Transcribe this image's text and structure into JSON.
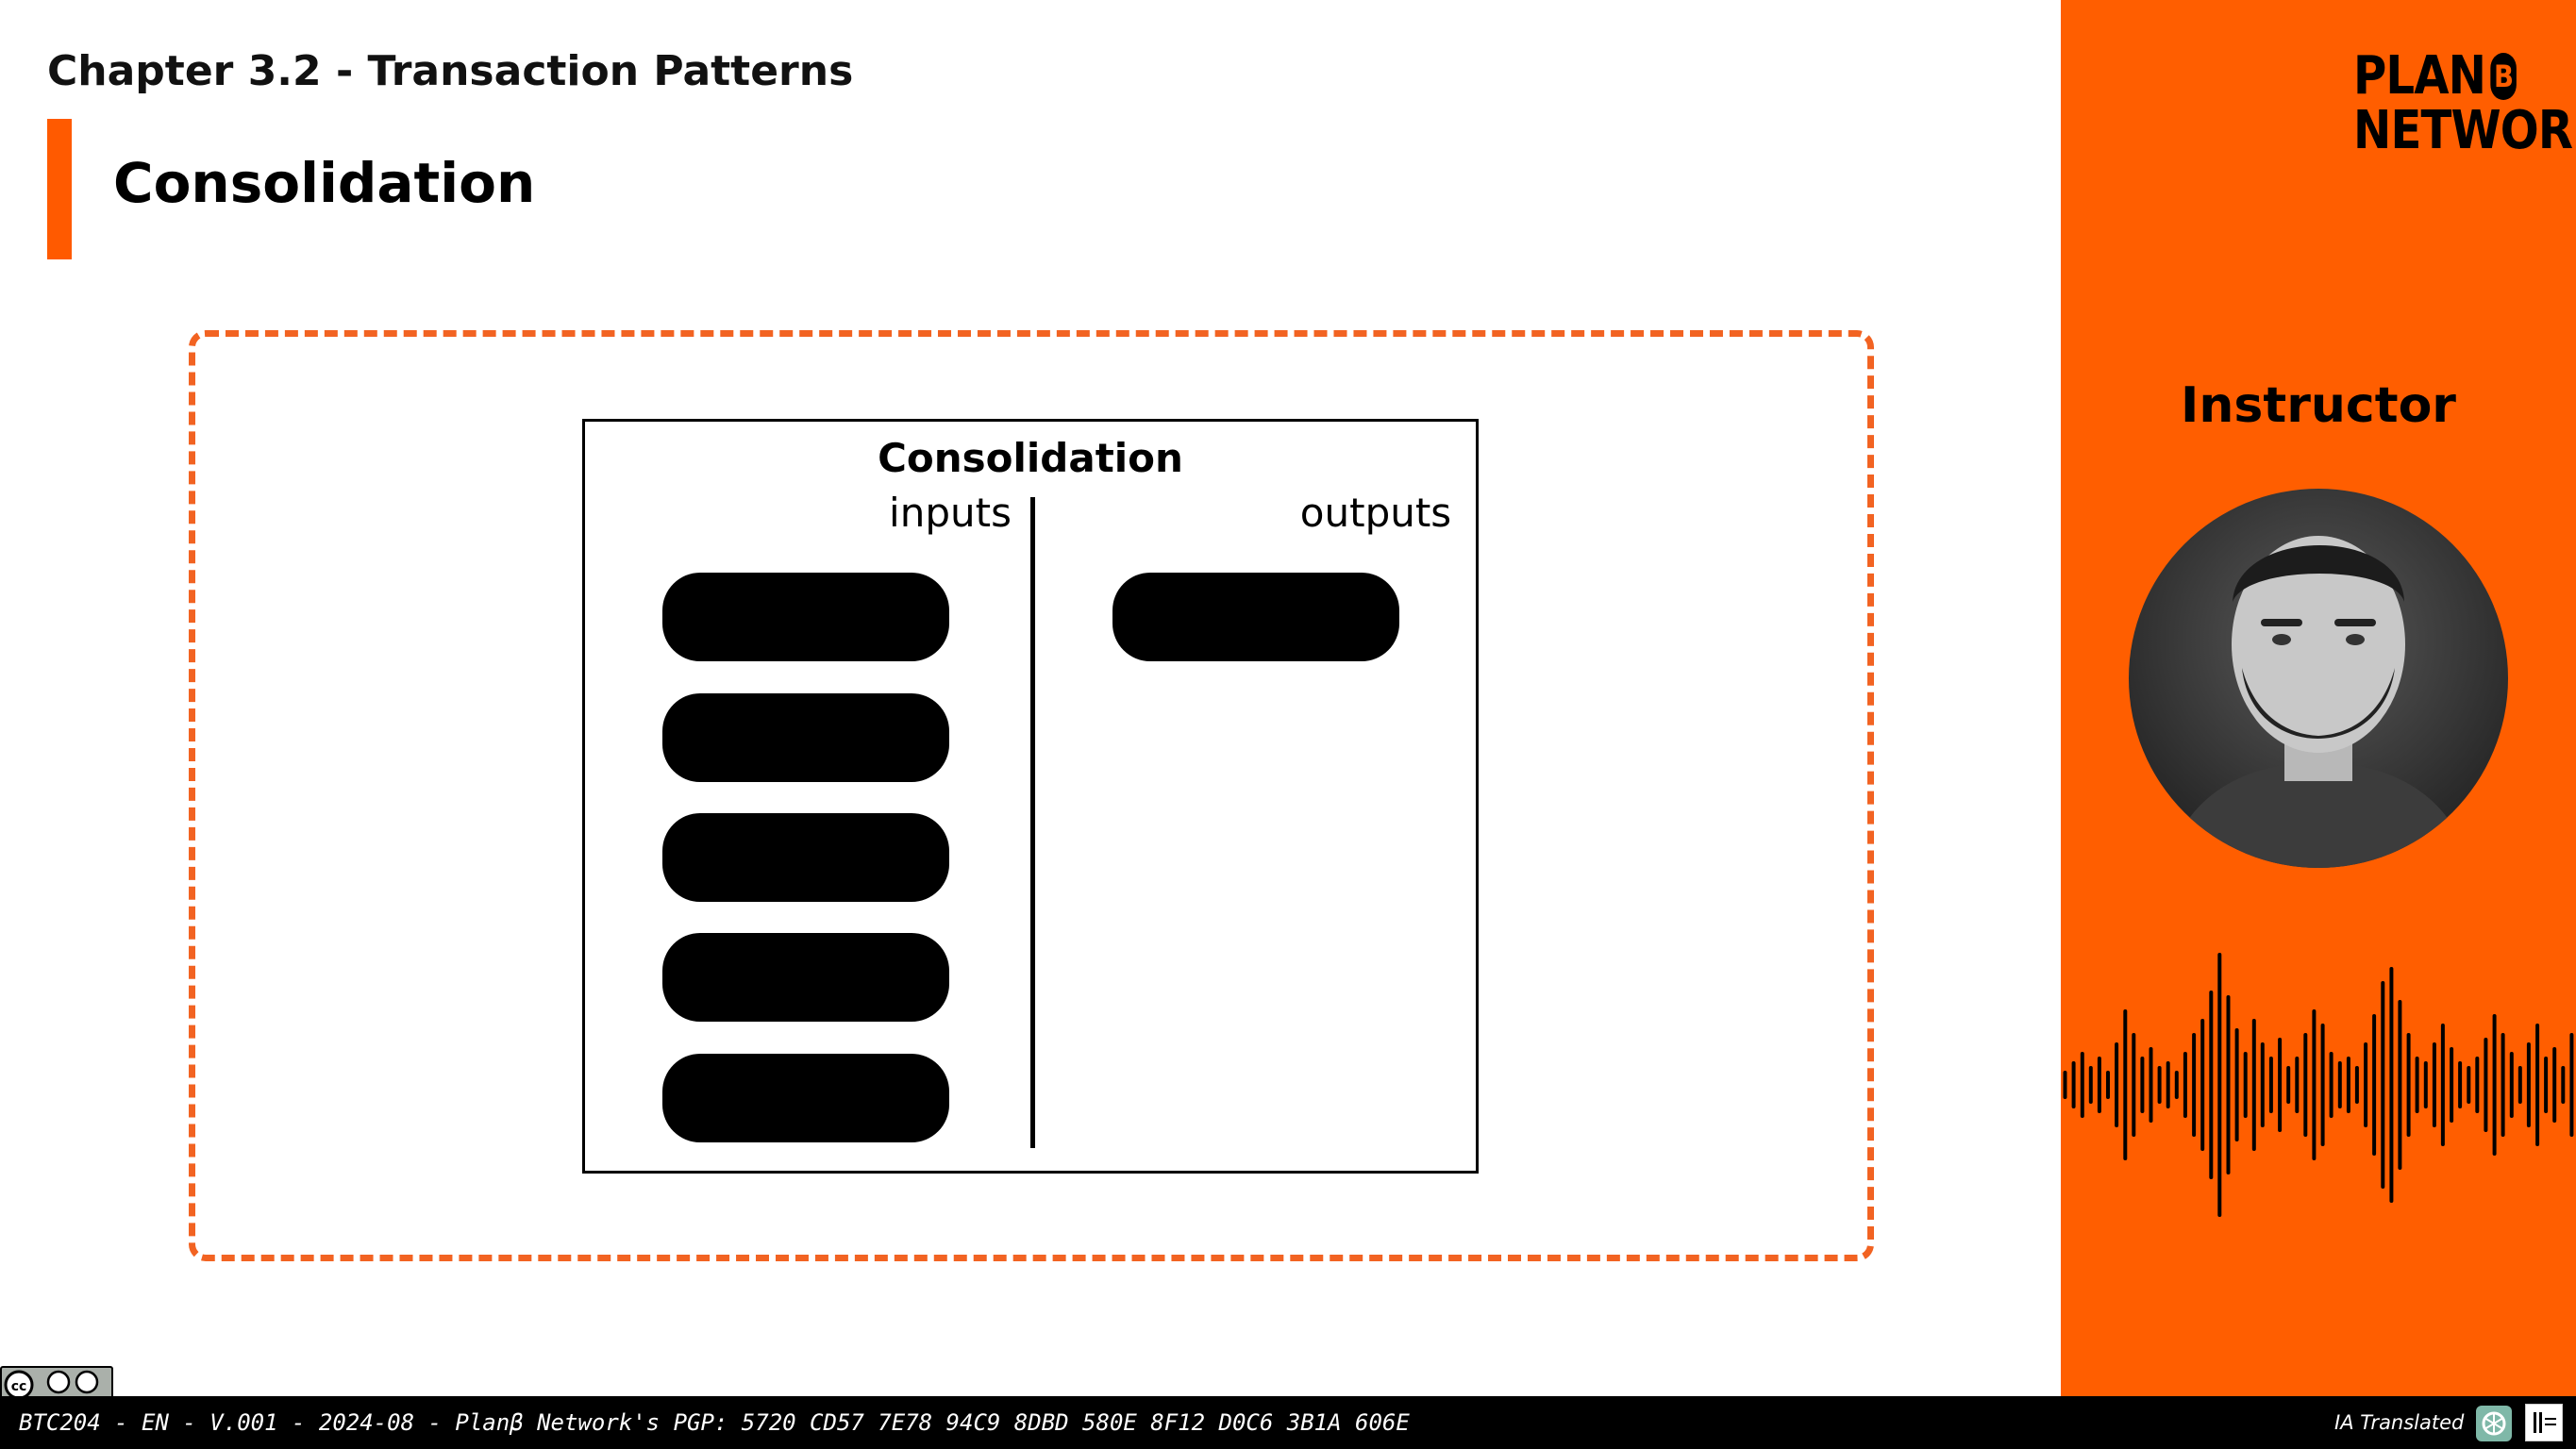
{
  "header": {
    "chapter_title": "Chapter 3.2 - Transaction Patterns",
    "section_title": "Consolidation"
  },
  "diagram": {
    "title": "Consolidation",
    "inputs_label": "inputs",
    "outputs_label": "outputs",
    "input_count": 5,
    "output_count": 1
  },
  "sidebar": {
    "logo_line1": "PLAN",
    "logo_badge": "B",
    "logo_line2": "NETWORK",
    "instructor_label": "Instructor"
  },
  "footer": {
    "course_info": "BTC204 - EN - V.001 - 2024-08 - Planβ Network's PGP: 5720 CD57 7E78 94C9 8DBD 580E 8F12 D0C6 3B1A 606E",
    "translation_label": "IA Translated"
  },
  "colors": {
    "accent": "#ff5e00",
    "frame": "#f26322",
    "footer_bg": "#000000"
  },
  "icons": {
    "license": "cc-by-sa-icon",
    "openai": "openai-icon",
    "elevenlabs": "elevenlabs-icon"
  }
}
